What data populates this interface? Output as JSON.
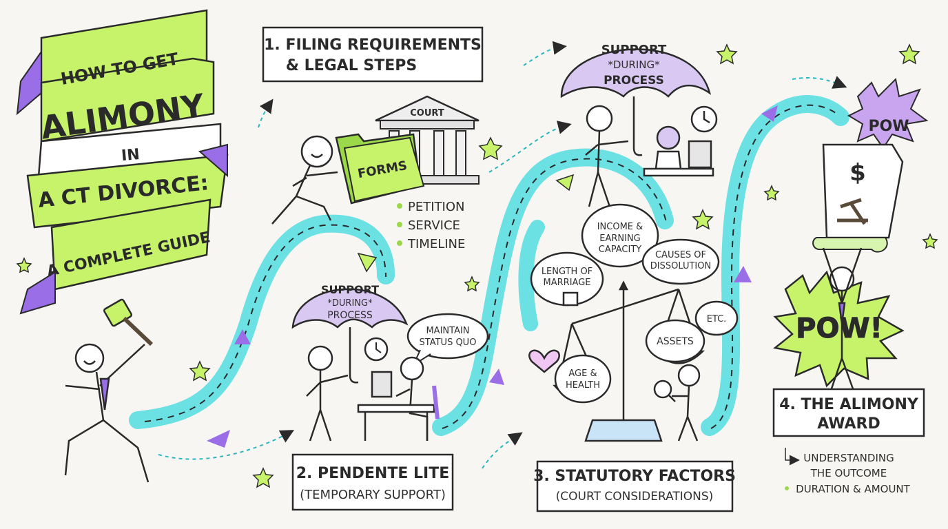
{
  "title_banner": {
    "line1": "HOW TO GET",
    "line2": "ALIMONY",
    "line3": "IN",
    "line4": "A CT DIVORCE:",
    "line5": "A COMPLETE GUIDE"
  },
  "step1": {
    "heading_line1": "1. FILING REQUIREMENTS",
    "heading_line2": "& LEGAL STEPS",
    "court_label": "COURT",
    "folder_label": "FORMS",
    "bullets": [
      "PETITION",
      "SERVICE",
      "TIMELINE"
    ]
  },
  "step2": {
    "umbrella_line1": "SUPPORT",
    "umbrella_line2": "*DURING*",
    "umbrella_line3": "PROCESS",
    "bubble_line1": "MAINTAIN",
    "bubble_line2": "STATUS QUO",
    "heading_line1": "2. PENDENTE LITE",
    "heading_line2": "(TEMPORARY SUPPORT)"
  },
  "top_umbrella": {
    "line1": "SUPPORT",
    "line2": "*DURING*",
    "line3": "PROCESS"
  },
  "step3": {
    "factors": {
      "income_line1": "INCOME &",
      "income_line2": "EARNING",
      "income_line3": "CAPACITY",
      "causes_line1": "CAUSES OF",
      "causes_line2": "DISSOLUTION",
      "length_line1": "LENGTH OF",
      "length_line2": "MARRIAGE",
      "etc": "ETC.",
      "assets": "ASSETS",
      "age_line1": "AGE &",
      "age_line2": "HEALTH"
    },
    "heading_line1": "3. STATUTORY FACTORS",
    "heading_line2": "(COURT CONSIDERATIONS)"
  },
  "step4": {
    "pow_small": "POW",
    "pow_big": "POW!",
    "scroll_symbol": "$",
    "heading_line1": "4. THE ALIMONY",
    "heading_line2": "AWARD",
    "sub_line1": "UNDERSTANDING",
    "sub_line2": "THE OUTCOME",
    "sub_line3": "DURATION & AMOUNT"
  },
  "colors": {
    "path": "#52dde0",
    "lime": "#c6f36a",
    "purple": "#9a6ee6",
    "ink": "#2a2a2a",
    "paper": "#f7f6f2",
    "umbrella": "#d9c8f2"
  }
}
